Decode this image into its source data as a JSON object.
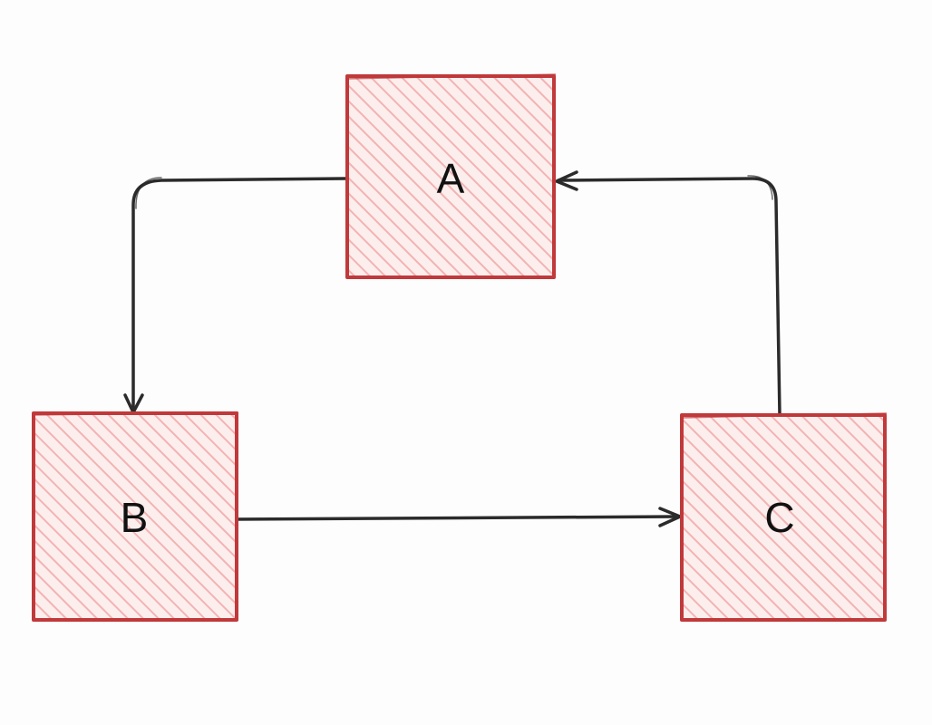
{
  "colors": {
    "background": "#fdfdfd",
    "node_stroke": "#c0393b",
    "node_hatch": "#f3b3b3",
    "node_fill": "#fdeeee",
    "edge": "#2b2b2b",
    "label": "#111111"
  },
  "nodes": [
    {
      "id": "A",
      "label": "A"
    },
    {
      "id": "B",
      "label": "B"
    },
    {
      "id": "C",
      "label": "C"
    }
  ],
  "edges": [
    {
      "from": "A",
      "to": "B",
      "style": "arrow"
    },
    {
      "from": "B",
      "to": "C",
      "style": "arrow"
    },
    {
      "from": "C",
      "to": "A",
      "style": "arrow"
    }
  ]
}
